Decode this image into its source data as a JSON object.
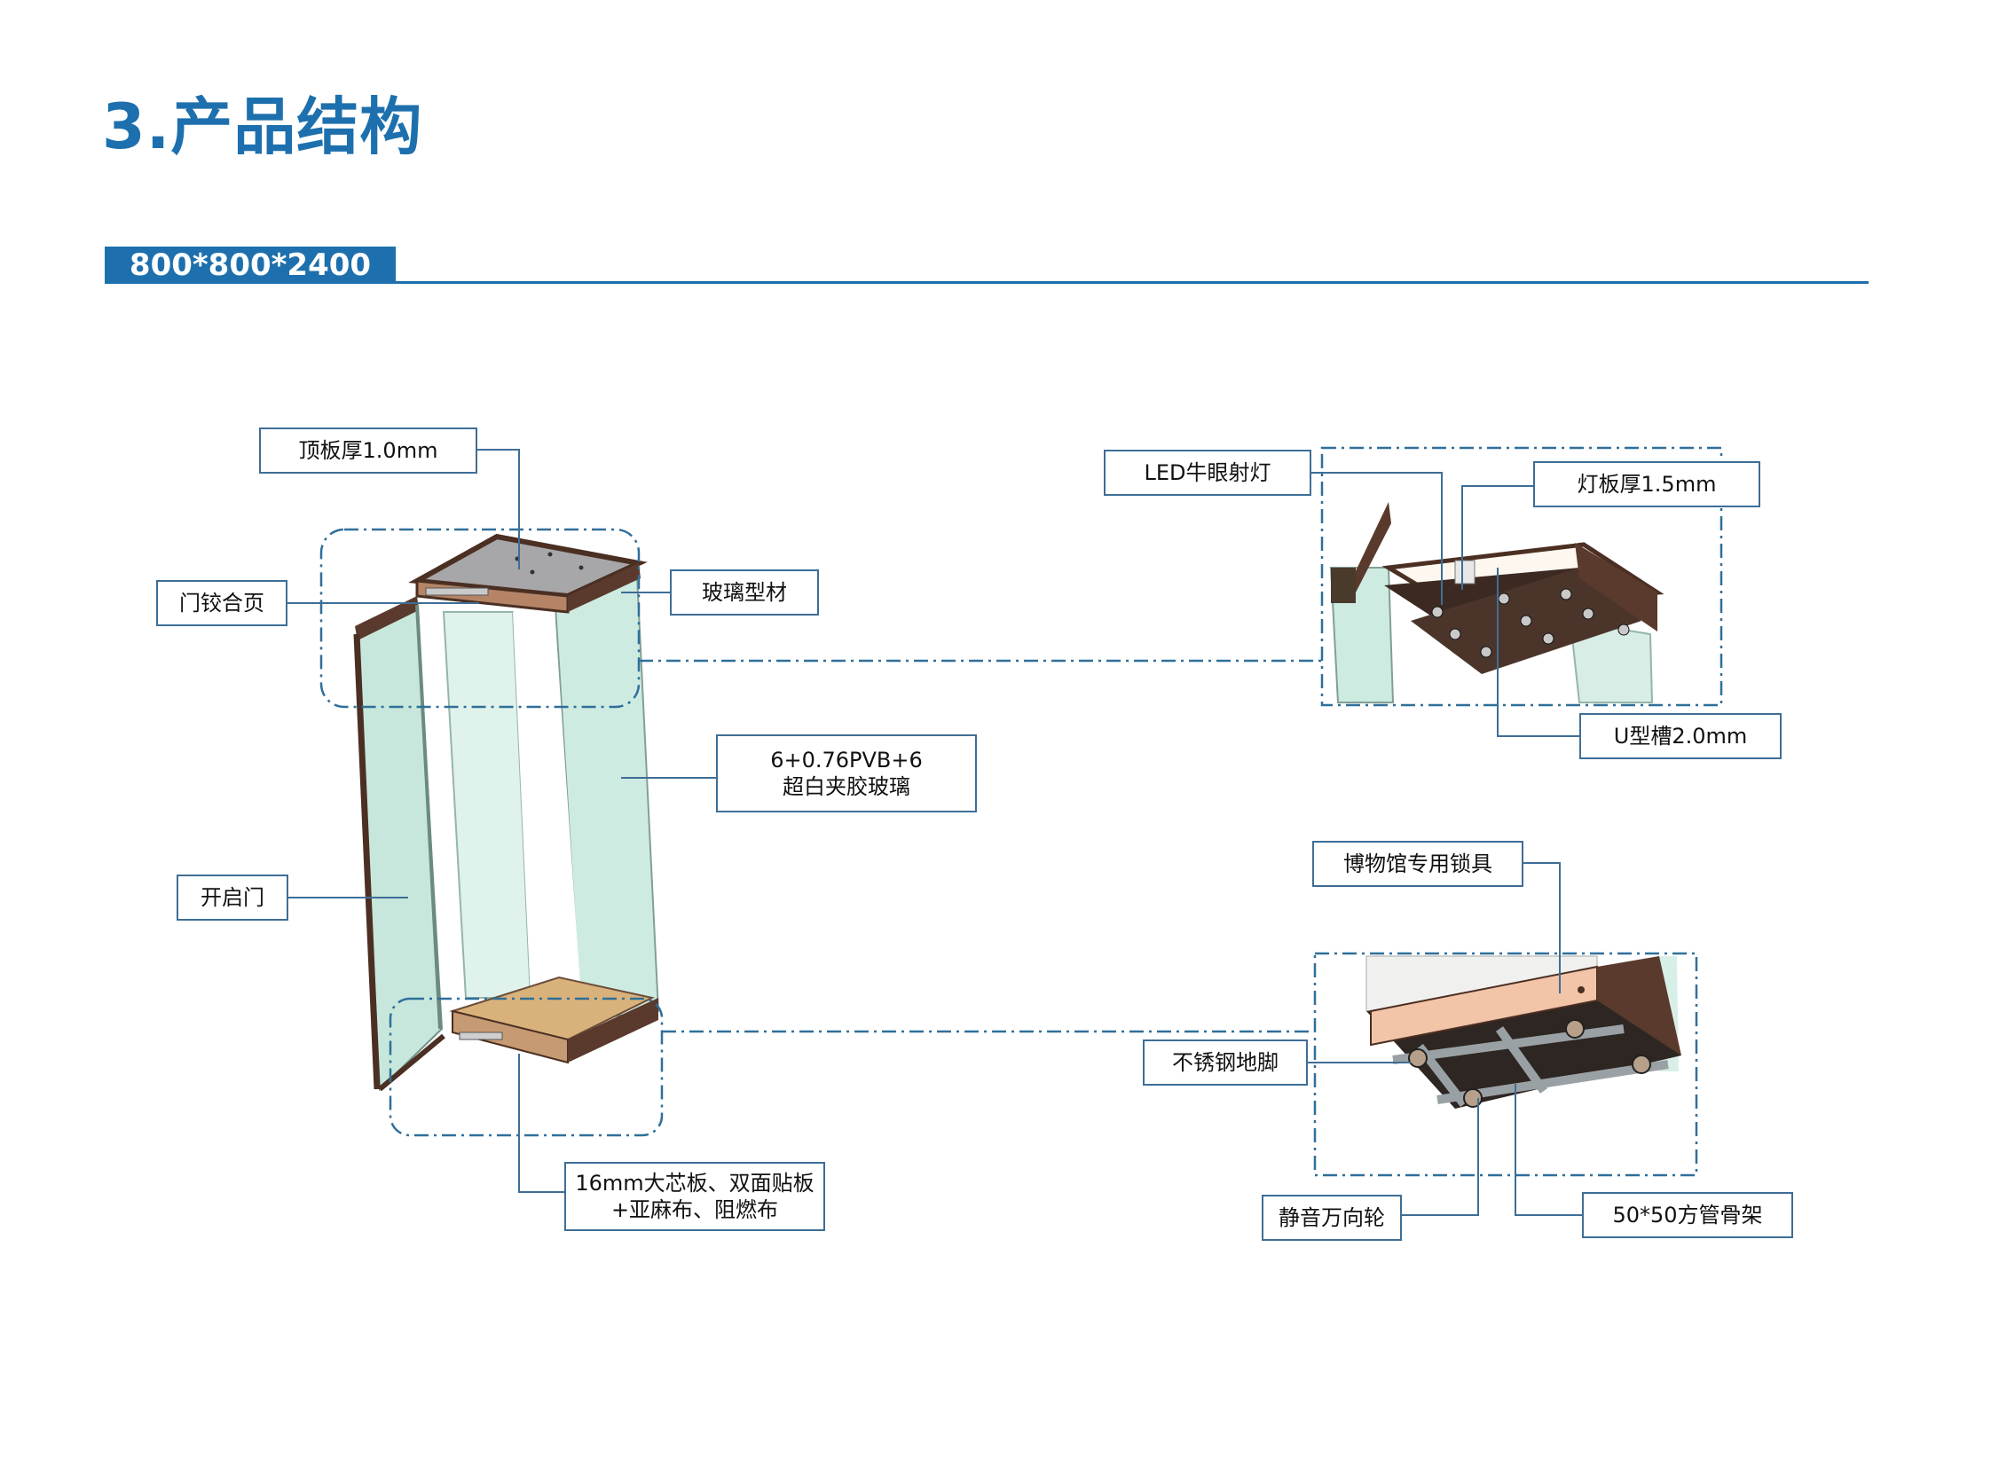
{
  "page": {
    "title": "3.产品结构",
    "dimension": "800*800*2400"
  },
  "colors": {
    "accent": "#1d70ad",
    "callout_border": "#3e6e96",
    "frame": "#5a3a2c",
    "glass": "#bfe3d6",
    "wood": "#d8b27a",
    "copper": "#f2c4a8"
  },
  "labels": {
    "top_panel": "顶板厚1.0mm",
    "hinge": "门铰合页",
    "glass_profile": "玻璃型材",
    "glass_spec_line1": "6+0.76PVB+6",
    "glass_spec_line2": "超白夹胶玻璃",
    "door": "开启门",
    "base_board_line1": "16mm大芯板、双面贴板",
    "base_board_line2": "+亚麻布、阻燃布",
    "led_light": "LED牛眼射灯",
    "light_panel": "灯板厚1.5mm",
    "u_channel": "U型槽2.0mm",
    "museum_lock": "博物馆专用锁具",
    "steel_foot": "不锈钢地脚",
    "caster": "静音万向轮",
    "tube_frame": "50*50方管骨架"
  }
}
